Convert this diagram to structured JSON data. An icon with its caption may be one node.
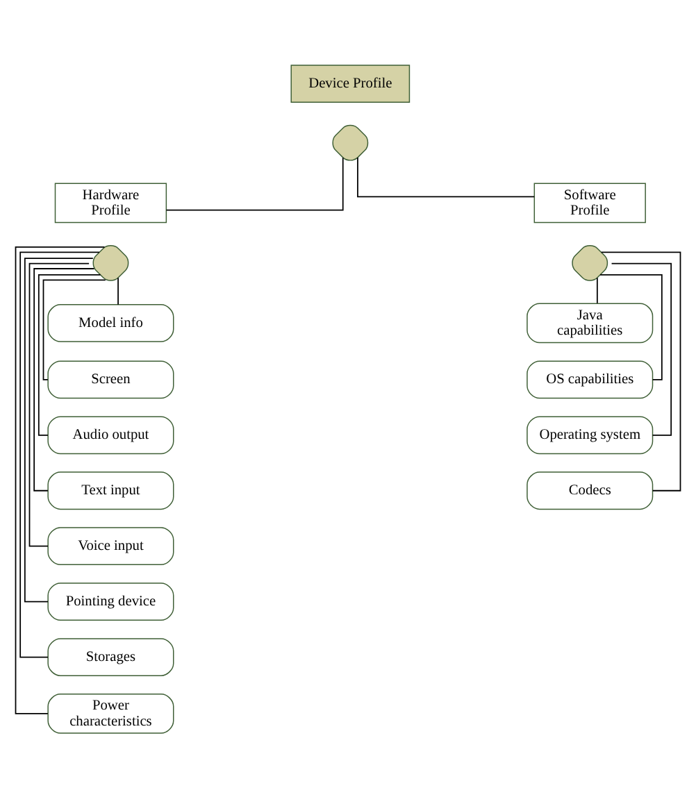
{
  "diagram": {
    "nodes": [
      {
        "text": [
          "Device Profile"
        ]
      },
      {
        "text": [],
        "shape": "diamond"
      },
      {
        "text": [
          "Hardware Profile"
        ]
      },
      {
        "text": [
          "Software Profile"
        ]
      },
      {
        "text": [],
        "shape": "diamond"
      },
      {
        "text": [],
        "shape": "diamond"
      },
      {
        "text": [
          "Model info"
        ]
      },
      {
        "text": [
          "Screen"
        ]
      },
      {
        "text": [
          "Audio output"
        ]
      },
      {
        "text": [
          "Text input"
        ]
      },
      {
        "text": [
          "Voice input"
        ]
      },
      {
        "text": [
          "Pointing device"
        ]
      },
      {
        "text": [
          "Storages"
        ]
      },
      {
        "text": [
          "Power characteristics"
        ]
      },
      {
        "text": [
          "Java capabilities"
        ]
      },
      {
        "text": [
          "OS capabilities"
        ]
      },
      {
        "text": [
          "Operating system"
        ]
      },
      {
        "text": [
          "Codecs"
        ]
      }
    ],
    "edges": [
      {
        "from": 1,
        "to": 2,
        "arrow": "none"
      },
      {
        "from": 1,
        "to": 3,
        "arrow": "none"
      },
      {
        "from": 4,
        "to": 6,
        "arrow": "none"
      },
      {
        "from": 4,
        "to": 7,
        "arrow": "none"
      },
      {
        "from": 4,
        "to": 8,
        "arrow": "none"
      },
      {
        "from": 4,
        "to": 9,
        "arrow": "none"
      },
      {
        "from": 4,
        "to": 10,
        "arrow": "none"
      },
      {
        "from": 4,
        "to": 11,
        "arrow": "none"
      },
      {
        "from": 4,
        "to": 12,
        "arrow": "none"
      },
      {
        "from": 4,
        "to": 13,
        "arrow": "none"
      },
      {
        "from": 5,
        "to": 14,
        "arrow": "none"
      },
      {
        "from": 5,
        "to": 15,
        "arrow": "none"
      },
      {
        "from": 5,
        "to": 16,
        "arrow": "none"
      },
      {
        "from": 5,
        "to": 17,
        "arrow": "none"
      }
    ]
  }
}
